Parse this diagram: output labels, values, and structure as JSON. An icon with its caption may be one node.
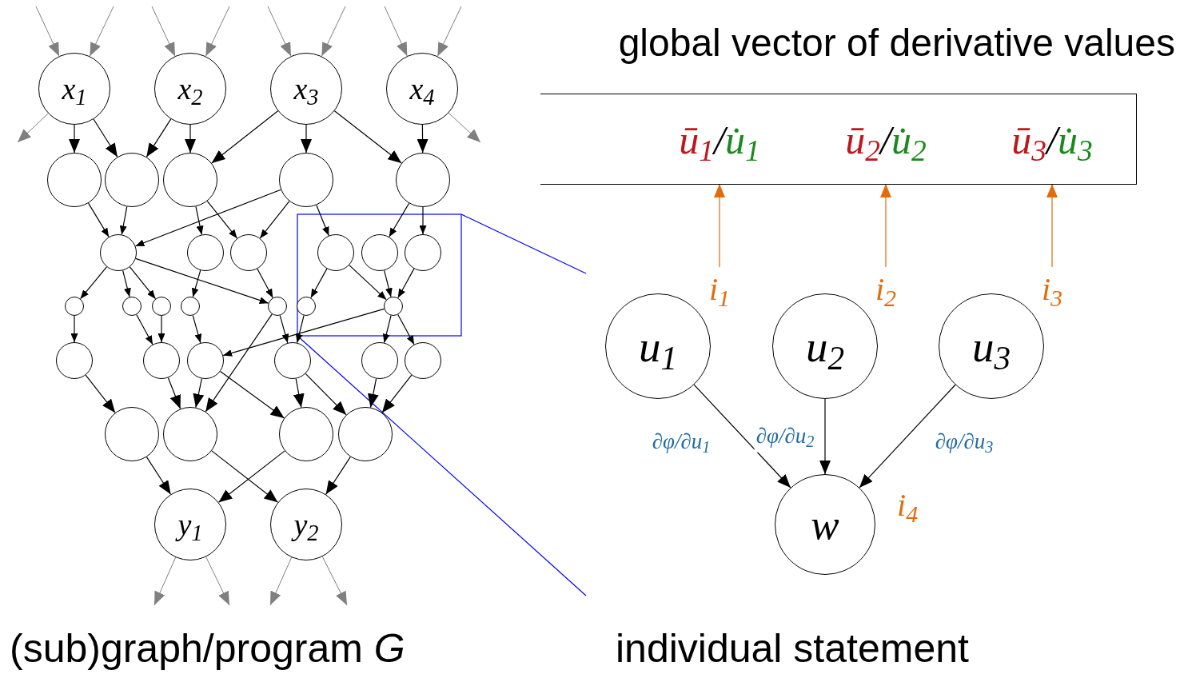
{
  "diagram": {
    "nodes": [
      {
        "text": [
          "x$_{1}$"
        ]
      },
      {
        "text": [
          "x$_{2}$"
        ]
      },
      {
        "text": [
          "x$_{3}$"
        ]
      },
      {
        "text": [
          "x$_{4}$"
        ]
      },
      {
        "text": [],
        "shape": "circle"
      },
      {
        "text": [],
        "shape": "circle"
      },
      {
        "text": [],
        "shape": "circle"
      },
      {
        "text": [],
        "shape": "circle"
      },
      {
        "text": [],
        "shape": "circle"
      },
      {
        "text": [],
        "shape": "circle"
      },
      {
        "text": [],
        "shape": "circle"
      },
      {
        "text": [],
        "shape": "circle"
      },
      {
        "text": [],
        "shape": "circle"
      },
      {
        "text": [],
        "shape": "circle"
      },
      {
        "text": [],
        "shape": "circle"
      },
      {
        "text": [],
        "shape": "circle"
      },
      {
        "text": [],
        "shape": "circle"
      },
      {
        "text": [],
        "shape": "circle"
      },
      {
        "text": [],
        "shape": "circle"
      },
      {
        "text": [],
        "shape": "circle"
      },
      {
        "text": [],
        "shape": "circle"
      },
      {
        "text": [],
        "shape": "circle"
      },
      {
        "text": [],
        "shape": "circle"
      },
      {
        "text": [],
        "shape": "circle"
      },
      {
        "text": [],
        "shape": "circle"
      },
      {
        "text": [],
        "shape": "circle"
      },
      {
        "text": [],
        "shape": "circle"
      },
      {
        "text": [],
        "shape": "circle"
      },
      {
        "text": [],
        "shape": "circle"
      },
      {
        "text": [],
        "shape": "circle"
      },
      {
        "text": [],
        "shape": "circle"
      },
      {
        "text": [],
        "shape": "circle"
      },
      {
        "text": [
          "y$_{1}$"
        ]
      },
      {
        "text": [
          "y$_{2}$"
        ]
      },
      {
        "text": [
          "global vector of derivative values"
        ]
      },
      {
        "text": [
          "ū$_{1}$",
          "/",
          "u̇$_{1}$"
        ],
        "in": 34
      },
      {
        "text": [
          "ū$_{2}$",
          "/",
          "u̇$_{2}$"
        ],
        "in": 34
      },
      {
        "text": [
          "ū$_{3}$",
          "/",
          "u̇$_{3}$"
        ],
        "in": 34
      },
      {
        "text": [
          "i$_{1}$"
        ]
      },
      {
        "text": [
          "i$_{2}$"
        ]
      },
      {
        "text": [
          "i$_{3}$"
        ]
      },
      {
        "text": [
          "u$_{1}$"
        ]
      },
      {
        "text": [
          "u$_{2}$"
        ]
      },
      {
        "text": [
          "u$_{3}$"
        ]
      },
      {
        "text": [
          "w"
        ],
        "beside": [
          "i$_{4}$"
        ]
      }
    ],
    "edges": [
      {
        "from": null,
        "to": 0,
        "arrow": "to",
        "color": "#808080"
      },
      {
        "from": null,
        "to": 0,
        "arrow": "to",
        "color": "#808080"
      },
      {
        "from": null,
        "to": 1,
        "arrow": "to",
        "color": "#808080"
      },
      {
        "from": null,
        "to": 1,
        "arrow": "to",
        "color": "#808080"
      },
      {
        "from": null,
        "to": 2,
        "arrow": "to",
        "color": "#808080"
      },
      {
        "from": null,
        "to": 2,
        "arrow": "to",
        "color": "#808080"
      },
      {
        "from": null,
        "to": 3,
        "arrow": "to",
        "color": "#808080"
      },
      {
        "from": null,
        "to": 3,
        "arrow": "to",
        "color": "#808080"
      },
      {
        "from": 0,
        "to": 4,
        "arrow": "to"
      },
      {
        "from": 0,
        "to": 5,
        "arrow": "to"
      },
      {
        "from": 1,
        "to": 5,
        "arrow": "to"
      },
      {
        "from": 1,
        "to": 6,
        "arrow": "to"
      },
      {
        "from": 2,
        "to": 6,
        "arrow": "to"
      },
      {
        "from": 2,
        "to": 7,
        "arrow": "to"
      },
      {
        "from": 2,
        "to": 8,
        "arrow": "to"
      },
      {
        "from": 3,
        "to": 8,
        "arrow": "to"
      },
      {
        "from": 4,
        "to": 9,
        "arrow": "to"
      },
      {
        "from": 5,
        "to": 9,
        "arrow": "to"
      },
      {
        "from": 7,
        "to": 9,
        "arrow": "to"
      },
      {
        "from": 6,
        "to": 10,
        "arrow": "to"
      },
      {
        "from": 6,
        "to": 11,
        "arrow": "to"
      },
      {
        "from": 7,
        "to": 11,
        "arrow": "to"
      },
      {
        "from": 7,
        "to": 12,
        "arrow": "to"
      },
      {
        "from": 8,
        "to": 13,
        "arrow": "to"
      },
      {
        "from": 8,
        "to": 14,
        "arrow": "to"
      },
      {
        "from": 9,
        "to": 15,
        "arrow": "to"
      },
      {
        "from": 9,
        "to": 16,
        "arrow": "to"
      },
      {
        "from": 9,
        "to": 17,
        "arrow": "to"
      },
      {
        "from": 9,
        "to": 19,
        "arrow": "to"
      },
      {
        "from": 10,
        "to": 18,
        "arrow": "to"
      },
      {
        "from": 11,
        "to": 19,
        "arrow": "to"
      },
      {
        "from": 12,
        "to": 20,
        "arrow": "to"
      },
      {
        "from": 12,
        "to": 21,
        "arrow": "to"
      },
      {
        "from": 13,
        "to": 21,
        "arrow": "to"
      },
      {
        "from": 14,
        "to": 21,
        "arrow": "to"
      },
      {
        "from": 15,
        "to": 22,
        "arrow": "to"
      },
      {
        "from": 16,
        "to": 23,
        "arrow": "to"
      },
      {
        "from": 17,
        "to": 23,
        "arrow": "to"
      },
      {
        "from": 18,
        "to": 24,
        "arrow": "to"
      },
      {
        "from": 19,
        "to": 25,
        "arrow": "to"
      },
      {
        "from": 19,
        "to": 29,
        "arrow": "to"
      },
      {
        "from": 20,
        "to": 25,
        "arrow": "to"
      },
      {
        "from": 21,
        "to": 24,
        "arrow": "to"
      },
      {
        "from": 21,
        "to": 26,
        "arrow": "to"
      },
      {
        "from": 21,
        "to": 27,
        "arrow": "to"
      },
      {
        "from": 22,
        "to": 28,
        "arrow": "to"
      },
      {
        "from": 23,
        "to": 29,
        "arrow": "to"
      },
      {
        "from": 24,
        "to": 29,
        "arrow": "to"
      },
      {
        "from": 24,
        "to": 30,
        "arrow": "to"
      },
      {
        "from": 25,
        "to": 30,
        "arrow": "to"
      },
      {
        "from": 25,
        "to": 31,
        "arrow": "to"
      },
      {
        "from": 26,
        "to": 31,
        "arrow": "to"
      },
      {
        "from": 27,
        "to": 31,
        "arrow": "to"
      },
      {
        "from": 28,
        "to": 32,
        "arrow": "to"
      },
      {
        "from": 29,
        "to": 33,
        "arrow": "to"
      },
      {
        "from": 30,
        "to": 32,
        "arrow": "to"
      },
      {
        "from": 31,
        "to": 33,
        "arrow": "to"
      },
      {
        "from": 0,
        "to": null,
        "arrow": "to",
        "color": "#808080"
      },
      {
        "from": 3,
        "to": null,
        "arrow": "to",
        "color": "#808080"
      },
      {
        "from": 32,
        "to": null,
        "arrow": "to",
        "color": "#808080"
      },
      {
        "from": 32,
        "to": null,
        "arrow": "to",
        "color": "#808080"
      },
      {
        "from": 33,
        "to": null,
        "arrow": "to",
        "color": "#808080"
      },
      {
        "from": 33,
        "to": null,
        "arrow": "to",
        "color": "#808080"
      },
      {
        "from": 38,
        "to": 35,
        "arrow": "to",
        "color": "#e36c09"
      },
      {
        "from": 39,
        "to": 36,
        "arrow": "to",
        "color": "#e36c09"
      },
      {
        "from": 40,
        "to": 37,
        "arrow": "to",
        "color": "#e36c09"
      },
      {
        "from": 41,
        "to": 44,
        "arrow": "to",
        "label": "∂φ/∂u$_{1}$"
      },
      {
        "from": 42,
        "to": 44,
        "arrow": "to",
        "label": "∂φ/∂u$_{2}$"
      },
      {
        "from": 43,
        "to": 44,
        "arrow": "to",
        "label": "∂φ/∂u$_{3}$"
      }
    ],
    "labels": [
      "(sub)graph/program *G*",
      "individual statement"
    ]
  }
}
